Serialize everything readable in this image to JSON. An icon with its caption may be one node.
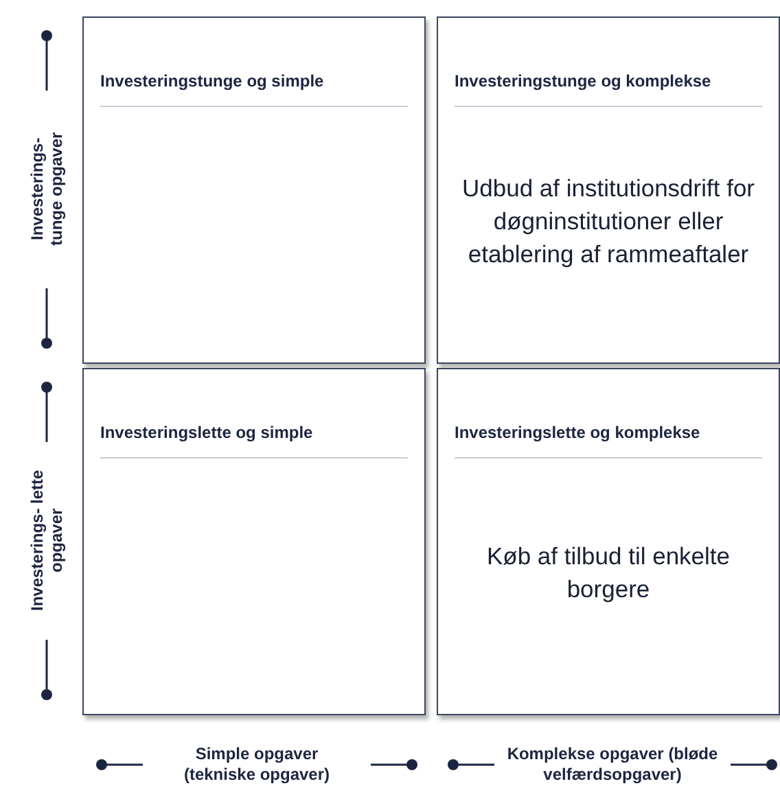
{
  "diagram": {
    "nodes": [
      {
        "text": [
          "Investeringstunge og simple"
        ]
      },
      {
        "text": [
          "Investeringstunge og komplekse",
          "Udbud af institutionsdrift for døgninstitutioner eller etablering af rammeaftaler"
        ]
      },
      {
        "text": [
          "Investeringslette og simple"
        ]
      },
      {
        "text": [
          "Investeringslette og komplekse",
          "Køb af tilbud til enkelte borgere"
        ]
      }
    ],
    "labels": [
      "Investerings- tunge opgaver",
      "Investerings- lette opgaver",
      "Simple opgaver (tekniske opgaver)",
      "Komplekse opgaver (bløde velfærdsopgaver)"
    ]
  }
}
